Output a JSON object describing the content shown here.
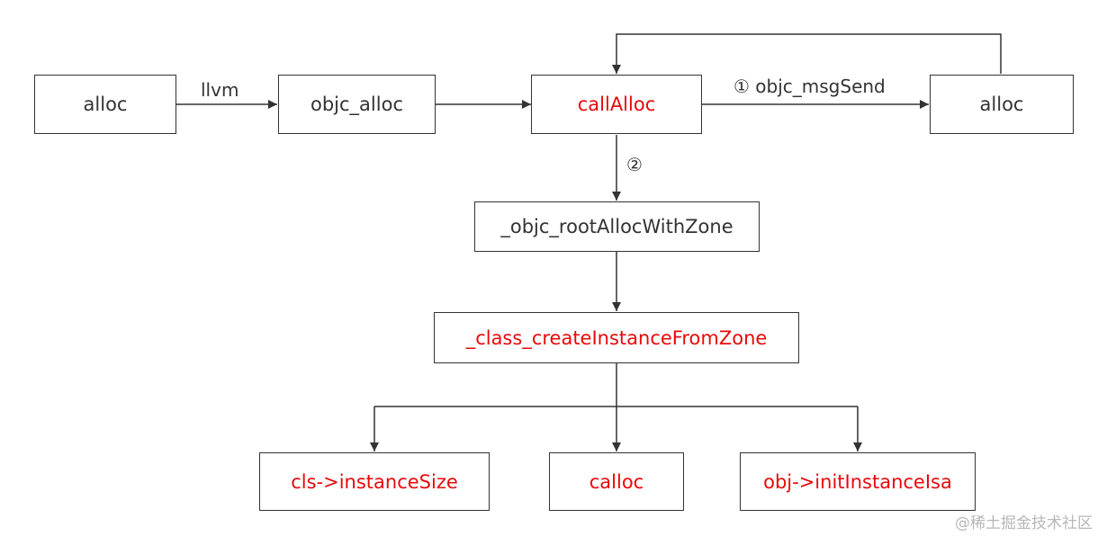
{
  "diagram": {
    "nodes": {
      "alloc_start": "alloc",
      "objc_alloc": "objc_alloc",
      "call_alloc": "callAlloc",
      "alloc_end": "alloc",
      "root_alloc": "_objc_rootAllocWithZone",
      "create_instance": "_class_createInstanceFromZone",
      "instance_size": "cls->instanceSize",
      "calloc": "calloc",
      "init_isa": "obj->initInstanceIsa"
    },
    "edges": {
      "llvm": "llvm",
      "msg_send": "① objc_msgSend",
      "root": "②"
    },
    "highlight_color": "#e8090b",
    "default_color": "#333333"
  },
  "watermark": "@稀土掘金技术社区"
}
